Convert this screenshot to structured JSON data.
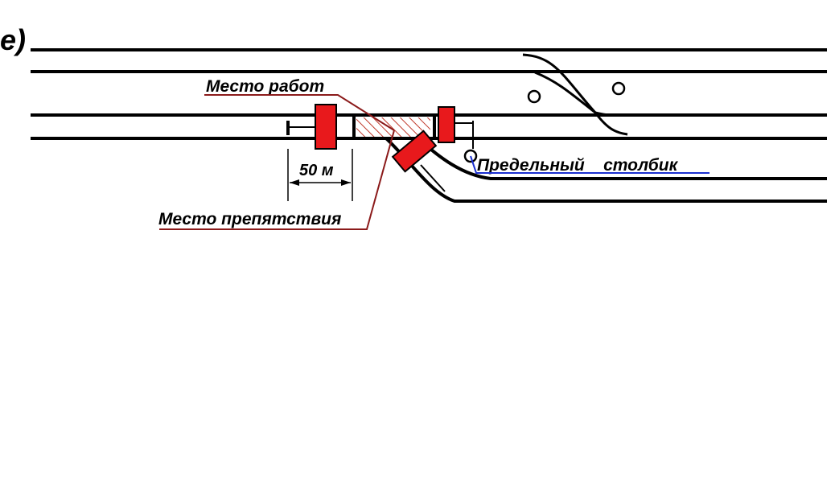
{
  "figure_label": "е)",
  "labels": {
    "work_place": "Место работ",
    "obstacle_place": "Место препятствия",
    "distance": "50 м",
    "limit_post": "Предельный    столбик"
  },
  "colors": {
    "track": "#000000",
    "signal_red": "#e8191c",
    "hatch": "#c0392b",
    "leader_dark_red": "#8b1a1a",
    "leader_blue": "#1a2fd0"
  }
}
